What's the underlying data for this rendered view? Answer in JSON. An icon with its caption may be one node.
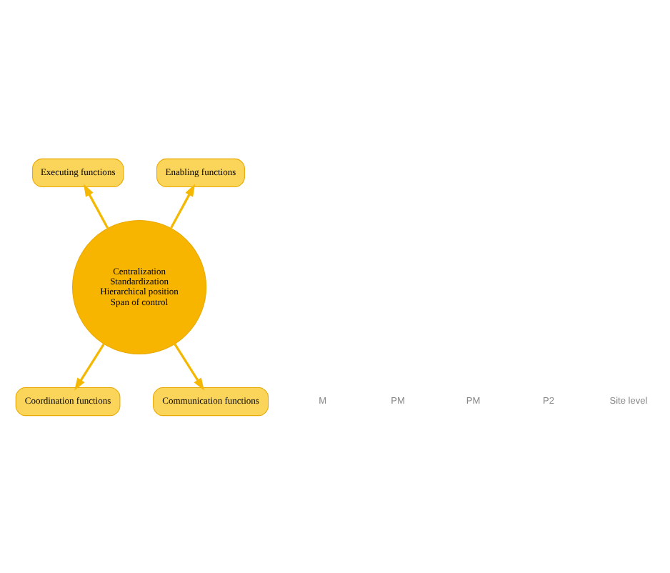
{
  "diagram": {
    "nodes": [
      {
        "text": [
          "Centralization",
          "Standardization",
          "Hierarchical position",
          "Span of control"
        ]
      },
      {
        "text": [
          "Executing functions"
        ]
      },
      {
        "text": [
          "Enabling functions"
        ]
      },
      {
        "text": [
          "Coordination functions"
        ]
      },
      {
        "text": [
          "Communication functions"
        ]
      }
    ],
    "edges": [
      {
        "from": 0,
        "to": 1,
        "arrow": "to"
      },
      {
        "from": 0,
        "to": 2,
        "arrow": "to"
      },
      {
        "from": 0,
        "to": 3,
        "arrow": "to"
      },
      {
        "from": 0,
        "to": 4,
        "arrow": "to"
      }
    ],
    "labels": [
      "M",
      "PM",
      "PM",
      "P2",
      "Site level"
    ]
  }
}
